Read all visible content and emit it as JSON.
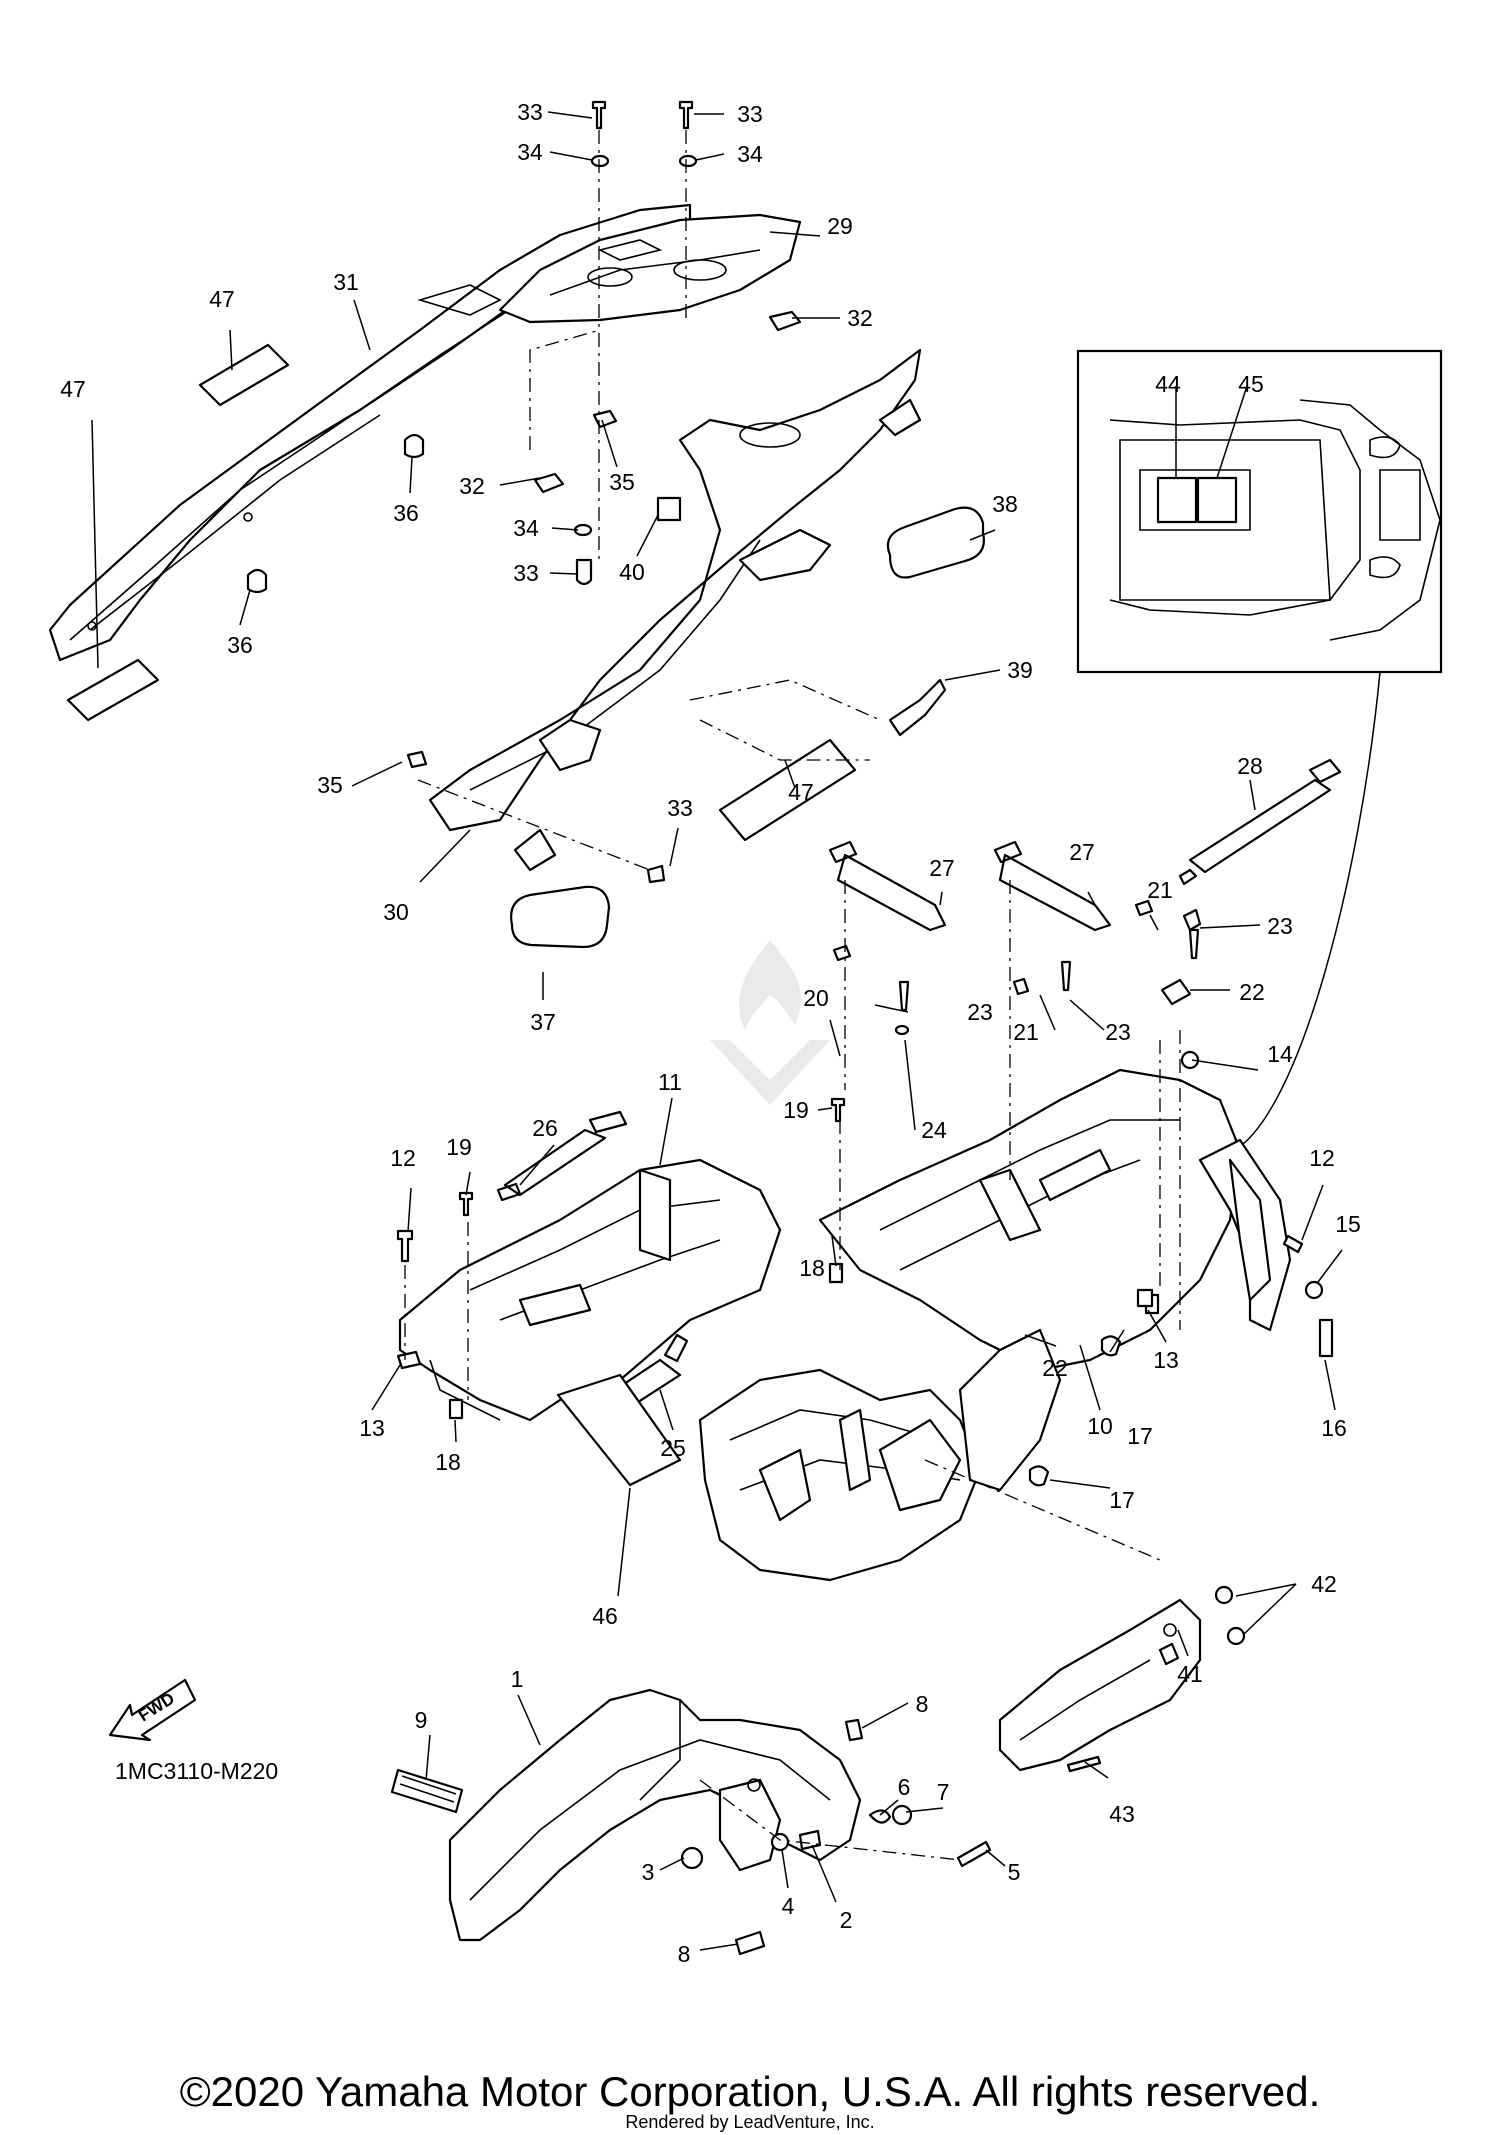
{
  "diagram": {
    "code": "1MC3110-M220",
    "fwd_label": "FWD",
    "callouts": [
      {
        "id": "c33a",
        "label": "33"
      },
      {
        "id": "c33b",
        "label": "33"
      },
      {
        "id": "c34a",
        "label": "34"
      },
      {
        "id": "c34b",
        "label": "34"
      },
      {
        "id": "c29",
        "label": "29"
      },
      {
        "id": "c31",
        "label": "31"
      },
      {
        "id": "c47a",
        "label": "47"
      },
      {
        "id": "c47b",
        "label": "47"
      },
      {
        "id": "c32a",
        "label": "32"
      },
      {
        "id": "c32b",
        "label": "32"
      },
      {
        "id": "c35a",
        "label": "35"
      },
      {
        "id": "c36a",
        "label": "36"
      },
      {
        "id": "c34c",
        "label": "34"
      },
      {
        "id": "c33c",
        "label": "33"
      },
      {
        "id": "c36b",
        "label": "36"
      },
      {
        "id": "c40",
        "label": "40"
      },
      {
        "id": "c38",
        "label": "38"
      },
      {
        "id": "c39",
        "label": "39"
      },
      {
        "id": "c44",
        "label": "44"
      },
      {
        "id": "c45",
        "label": "45"
      },
      {
        "id": "c35b",
        "label": "35"
      },
      {
        "id": "c47c",
        "label": "47"
      },
      {
        "id": "c33d",
        "label": "33"
      },
      {
        "id": "c30",
        "label": "30"
      },
      {
        "id": "c37",
        "label": "37"
      },
      {
        "id": "c28",
        "label": "28"
      },
      {
        "id": "c27a",
        "label": "27"
      },
      {
        "id": "c27b",
        "label": "27"
      },
      {
        "id": "c21a",
        "label": "21"
      },
      {
        "id": "c23a",
        "label": "23"
      },
      {
        "id": "c20",
        "label": "20"
      },
      {
        "id": "c23b",
        "label": "23"
      },
      {
        "id": "c21b",
        "label": "21"
      },
      {
        "id": "c23c",
        "label": "23"
      },
      {
        "id": "c22a",
        "label": "22"
      },
      {
        "id": "c14",
        "label": "14"
      },
      {
        "id": "c24",
        "label": "24"
      },
      {
        "id": "c26",
        "label": "26"
      },
      {
        "id": "c11",
        "label": "11"
      },
      {
        "id": "c19a",
        "label": "19"
      },
      {
        "id": "c12a",
        "label": "12"
      },
      {
        "id": "c19b",
        "label": "19"
      },
      {
        "id": "c12b",
        "label": "12"
      },
      {
        "id": "c15",
        "label": "15"
      },
      {
        "id": "c18a",
        "label": "18"
      },
      {
        "id": "c22b",
        "label": "22"
      },
      {
        "id": "c10",
        "label": "10"
      },
      {
        "id": "c13a",
        "label": "13"
      },
      {
        "id": "c17a",
        "label": "17"
      },
      {
        "id": "c16",
        "label": "16"
      },
      {
        "id": "c13b",
        "label": "13"
      },
      {
        "id": "c18b",
        "label": "18"
      },
      {
        "id": "c25",
        "label": "25"
      },
      {
        "id": "c17b",
        "label": "17"
      },
      {
        "id": "c46",
        "label": "46"
      },
      {
        "id": "c42",
        "label": "42"
      },
      {
        "id": "c41",
        "label": "41"
      },
      {
        "id": "c43",
        "label": "43"
      },
      {
        "id": "c9",
        "label": "9"
      },
      {
        "id": "c1",
        "label": "1"
      },
      {
        "id": "c8a",
        "label": "8"
      },
      {
        "id": "c6",
        "label": "6"
      },
      {
        "id": "c7",
        "label": "7"
      },
      {
        "id": "c5",
        "label": "5"
      },
      {
        "id": "c3",
        "label": "3"
      },
      {
        "id": "c4",
        "label": "4"
      },
      {
        "id": "c2",
        "label": "2"
      },
      {
        "id": "c8b",
        "label": "8"
      }
    ]
  },
  "footer": {
    "copyright": "©2020 Yamaha Motor Corporation, U.S.A. All rights reserved.",
    "rendered_by": "Rendered by LeadVenture, Inc."
  }
}
